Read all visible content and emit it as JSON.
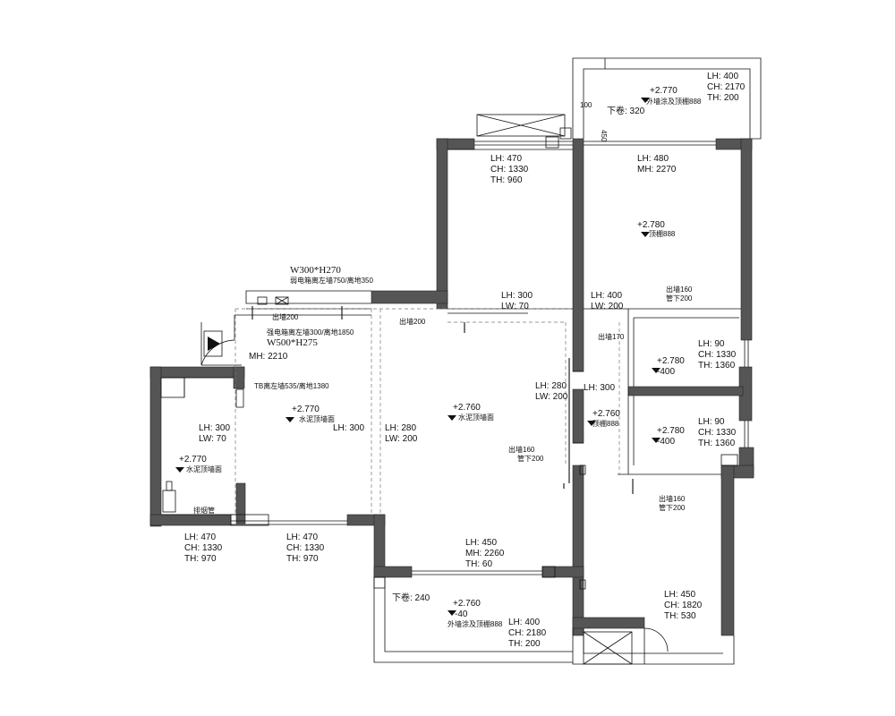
{
  "balcony_top": {
    "lh": "LH: 400",
    "ch": "CH: 2170",
    "th": "TH: 200",
    "elev": "+2.770",
    "note": "外墙涂及顶棚888",
    "drop": "下卷: 320",
    "tag_100": "100",
    "tag_450": "450"
  },
  "room_a": {
    "lh": "LH: 470",
    "ch": "CH: 1330",
    "th": "TH: 960"
  },
  "room_b": {
    "lh": "LH: 480",
    "mh": "MH: 2270",
    "elev": "+2.780",
    "note": "顶棚888"
  },
  "corridor_top": {
    "lh": "LH: 300",
    "lw": "LW: 70"
  },
  "corridor_right": {
    "lh": "LH: 400",
    "lw": "LW: 200",
    "out": "出墙160",
    "pipe_down": "管下200"
  },
  "pipe_top": {
    "size": "W300*H270",
    "note": "弱电箱离左墙750/离地350"
  },
  "pipe_left": {
    "out": "出墙200"
  },
  "pipe_mid": {
    "out": "出墙200"
  },
  "box_low": {
    "note": "强电箱离左墙300/离地1850",
    "size": "W500*H275"
  },
  "door": {
    "mh": "MH: 2210"
  },
  "tb": {
    "note": "TB离左墙535/离地1380"
  },
  "living": {
    "elev": "+2.770",
    "note": "水泥顶墙面",
    "lh": "LH: 300"
  },
  "dining": {
    "lh": "LH: 280",
    "lw": "LW: 200",
    "elev": "+2.760",
    "note": "水泥顶墙面"
  },
  "dining_right": {
    "lh": "LH: 280",
    "lw": "LW: 200",
    "out": "出墙160",
    "pipe_down": "管下200"
  },
  "hall_right": {
    "out": "出墙170",
    "lh": "LH: 300",
    "elev": "+2.760",
    "note": "顶棚888"
  },
  "bath_upper": {
    "elev": "+2.780",
    "sub": "-400",
    "lh": "LH: 90",
    "ch": "CH: 1330",
    "th": "TH: 1360"
  },
  "bath_lower": {
    "elev": "+2.780",
    "sub": "-400",
    "lh": "LH: 90",
    "ch": "CH: 1330",
    "th": "TH: 1360",
    "out": "出墙160",
    "pipe_down": "管下200"
  },
  "kitchen": {
    "lh": "LH: 300",
    "lw": "LW: 70",
    "elev": "+2.770",
    "note": "水泥顶墙面",
    "vent": "排烟管"
  },
  "bottom_left": {
    "lh": "LH: 470",
    "ch": "CH: 1330",
    "th": "TH: 970"
  },
  "bottom_mid": {
    "lh": "LH: 470",
    "ch": "CH: 1330",
    "th": "TH: 970"
  },
  "south": {
    "lh": "LH: 450",
    "mh": "MH: 2260",
    "th": "TH: 60"
  },
  "balcony_bottom": {
    "drop": "下卷: 240",
    "elev": "+2.760",
    "sub": "-40",
    "note": "外墙涂及顶棚888",
    "lh": "LH: 400",
    "ch": "CH: 2180",
    "th": "TH: 200"
  },
  "bed_se": {
    "lh": "LH: 450",
    "ch": "CH: 1820",
    "th": "TH: 530"
  }
}
